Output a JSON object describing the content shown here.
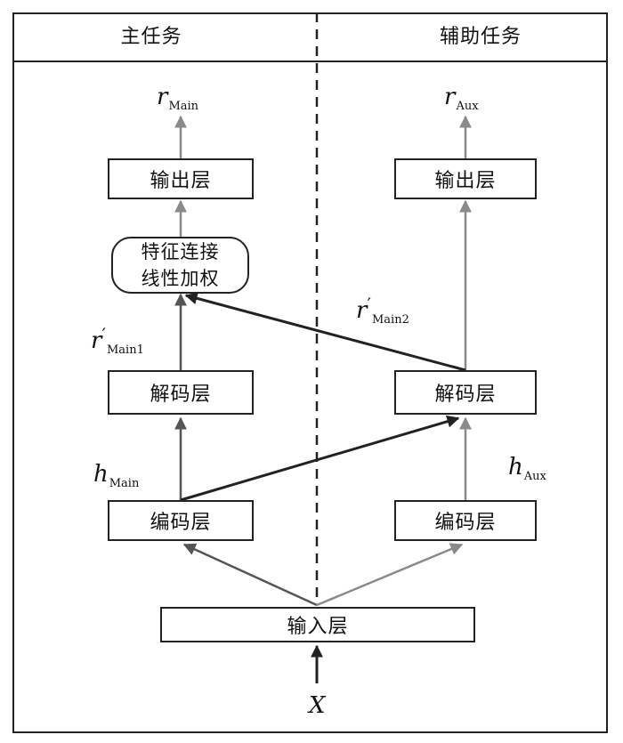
{
  "header": {
    "left": "主任务",
    "right": "辅助任务"
  },
  "boxes": {
    "main_output": "输出层",
    "aux_output": "输出层",
    "fusion_line1": "特征连接",
    "fusion_line2": "线性加权",
    "main_decoder": "解码层",
    "aux_decoder": "解码层",
    "main_encoder": "编码层",
    "aux_encoder": "编码层",
    "input": "输入层"
  },
  "labels": {
    "r_main": {
      "base": "r",
      "sub": "Main"
    },
    "r_aux": {
      "base": "r",
      "sub": "Aux"
    },
    "r_main1": {
      "base": "r",
      "prime": "′",
      "sub": "Main1"
    },
    "r_main2": {
      "base": "r",
      "prime": "′",
      "sub": "Main2"
    },
    "h_main": {
      "base": "h",
      "sub": "Main"
    },
    "h_aux": {
      "base": "h",
      "sub": "Aux"
    },
    "x": {
      "base": "X"
    }
  }
}
